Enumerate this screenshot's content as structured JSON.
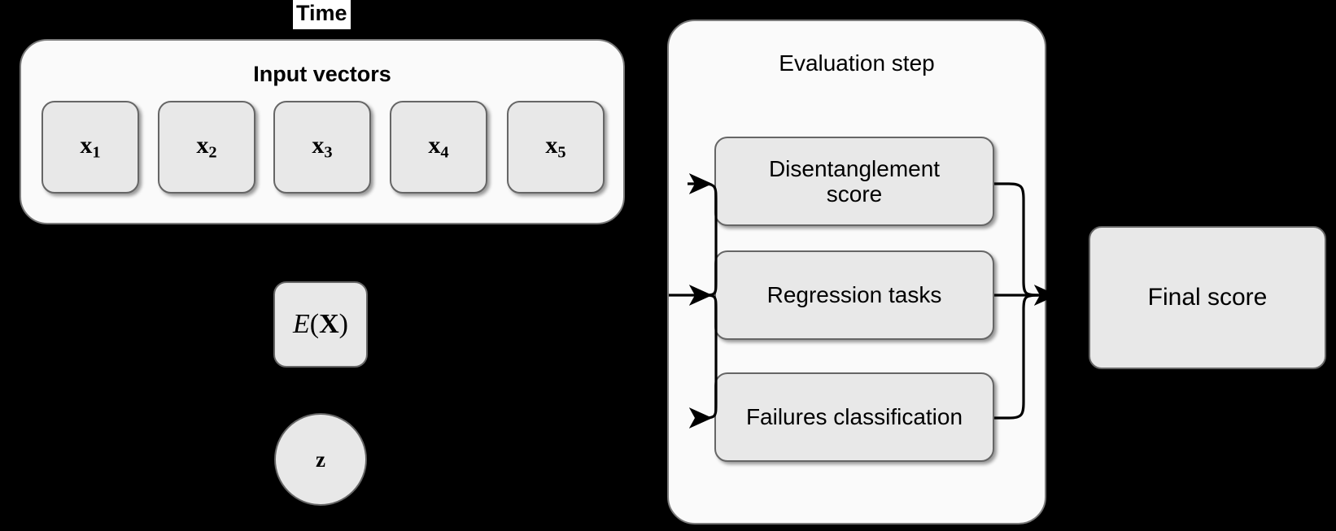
{
  "diagram": {
    "title_label": "Time",
    "background_color": "#000000",
    "panel_fill": "#fafafa",
    "node_fill": "#e8e8e8",
    "node_border": "#666666",
    "connector_color": "#000000"
  },
  "input_panel": {
    "title": "Input vectors",
    "vectors": [
      {
        "base": "x",
        "sub": "1"
      },
      {
        "base": "x",
        "sub": "2"
      },
      {
        "base": "x",
        "sub": "3"
      },
      {
        "base": "x",
        "sub": "4"
      },
      {
        "base": "x",
        "sub": "5"
      }
    ]
  },
  "encoder": {
    "label_fn": "E",
    "label_open": "(",
    "label_arg": "X",
    "label_close": ")"
  },
  "latent": {
    "label": "z"
  },
  "evaluation_panel": {
    "title": "Evaluation step",
    "tasks": [
      {
        "line1": "Disentanglement",
        "line2": "score"
      },
      {
        "line1": "Regression tasks",
        "line2": ""
      },
      {
        "line1": "Failures classification",
        "line2": ""
      }
    ]
  },
  "output": {
    "label": "Final score"
  }
}
